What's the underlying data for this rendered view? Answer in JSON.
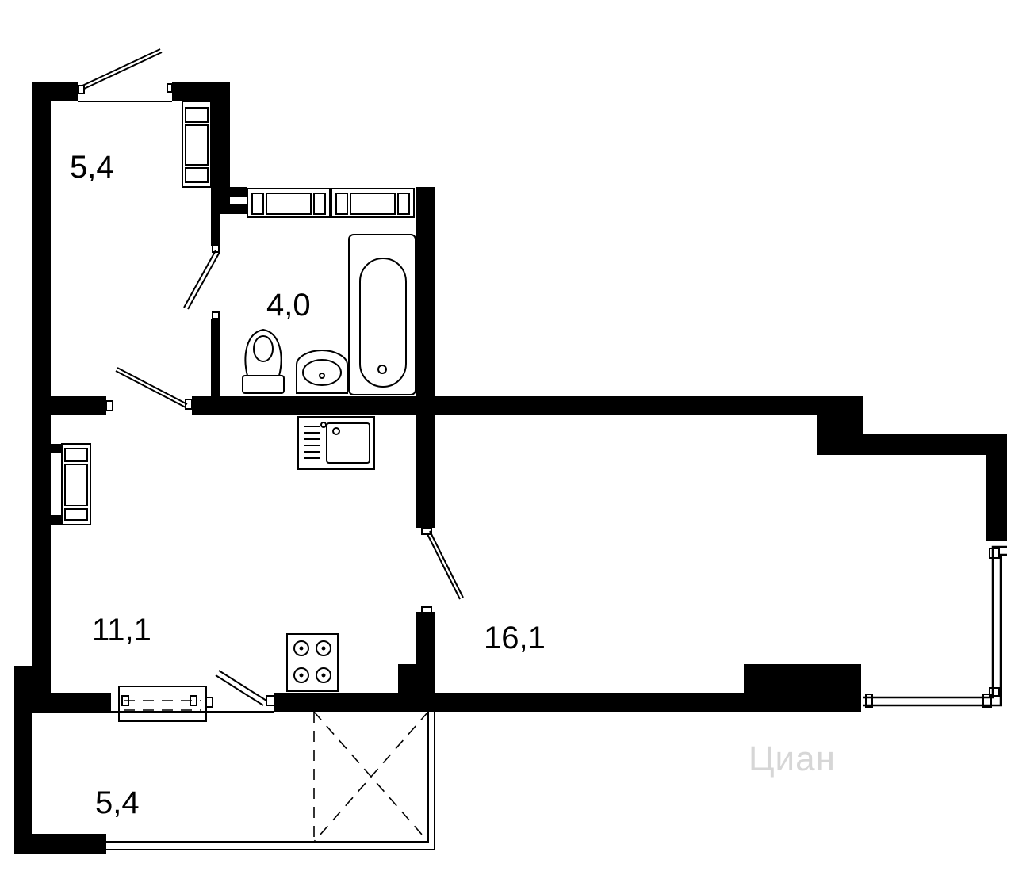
{
  "rooms": [
    {
      "id": "hallway",
      "area": "5,4"
    },
    {
      "id": "bathroom",
      "area": "4,0"
    },
    {
      "id": "kitchen",
      "area": "11,1"
    },
    {
      "id": "living-room",
      "area": "16,1"
    },
    {
      "id": "balcony",
      "area": "5,4"
    }
  ],
  "watermark": "Циан",
  "icons": {
    "bathtub": "bathtub-icon",
    "toilet": "toilet-icon",
    "washbasin": "washbasin-icon",
    "kitchen_sink": "kitchen-sink-icon",
    "stove": "stove-icon",
    "radiator": "radiator-icon",
    "door": "door-icon",
    "window": "window-icon"
  },
  "colors": {
    "wall": "#000000",
    "background": "#ffffff",
    "watermark": "#d6d6d6"
  }
}
